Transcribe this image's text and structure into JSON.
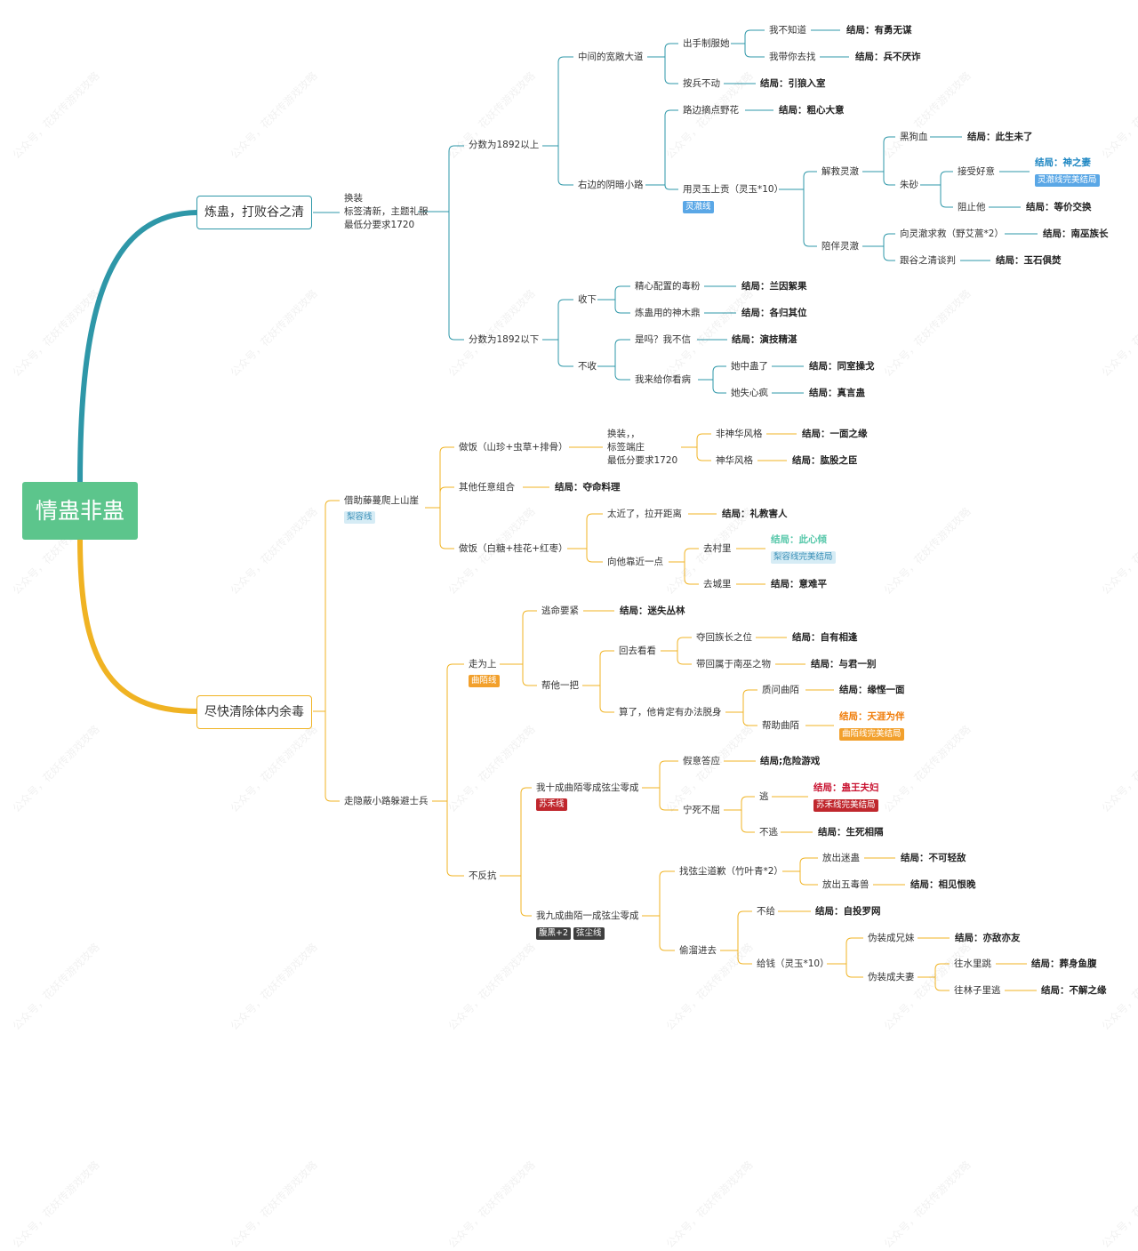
{
  "root": "情蛊非蛊",
  "colors": {
    "teal": "#2e97a8",
    "gold": "#f0b323",
    "root": "#5cc58c"
  },
  "branch1": {
    "label": "炼蛊，打败谷之清",
    "note": "换装\n标签清新，主题礼服\n最低分要求1720",
    "high": {
      "label": "分数为1892以上",
      "mid_road": {
        "label": "中间的宽敞大道",
        "subdue": {
          "label": "出手制服她",
          "a": "我不知道",
          "a_end": "结局：有勇无谋",
          "b": "我带你去找",
          "b_end": "结局：兵不厌诈"
        },
        "hold": {
          "label": "按兵不动",
          "end": "结局：引狼入室"
        }
      },
      "dark_road": {
        "label": "右边的阴暗小路",
        "flower": {
          "label": "路边摘点野花",
          "end": "结局：粗心大意"
        },
        "jade": {
          "label": "用灵玉上贡（灵玉*10）",
          "tag": "灵澈线",
          "rescue": {
            "label": "解救灵澈",
            "dog": "黑狗血",
            "dog_end": "结局：此生未了",
            "cinnabar": "朱砂",
            "accept": "接受好意",
            "accept_end": "结局：神之妻",
            "accept_tag": "灵澈线完美结局",
            "stop": "阻止他",
            "stop_end": "结局：等价交换"
          },
          "accompany": {
            "label": "陪伴灵澈",
            "help": "向灵澈求救（野艾蒿*2）",
            "help_end": "结局：南巫族长",
            "talk": "跟谷之清谈判",
            "talk_end": "结局：玉石俱焚"
          }
        }
      }
    },
    "low": {
      "label": "分数为1892以下",
      "accept": {
        "label": "收下",
        "poison": "精心配置的毒粉",
        "poison_end": "结局：兰因絮果",
        "cauldron": "炼蛊用的神木鼎",
        "cauldron_end": "结局：各归其位"
      },
      "refuse": {
        "label": "不收",
        "doubt": "是吗？我不信",
        "doubt_end": "结局：演技精湛",
        "cure": {
          "label": "我来给你看病",
          "poisoned": "她中蛊了",
          "poisoned_end": "结局：同室操戈",
          "mad": "她失心疯",
          "mad_end": "结局：真言蛊"
        }
      }
    }
  },
  "branch2": {
    "label": "尽快清除体内余毒",
    "cliff": {
      "label": "借助藤蔓爬上山崖",
      "tag": "梨容线",
      "cook1": {
        "label": "做饭（山珍+虫草+排骨）",
        "note": "换装，，\n标签端庄\n最低分要求1720",
        "a": "非神华风格",
        "a_end": "结局：一面之缘",
        "b": "神华风格",
        "b_end": "结局：肱股之臣"
      },
      "other": {
        "label": "其他任意组合",
        "end": "结局：夺命料理"
      },
      "cook2": {
        "label": "做饭（白糖+桂花+红枣）",
        "far": "太近了，拉开距离",
        "far_end": "结局：礼教害人",
        "near": "向他靠近一点",
        "village": "去村里",
        "village_end": "结局：此心倾",
        "village_tag": "梨容线完美结局",
        "city": "去城里",
        "city_end": "结局：意难平"
      }
    },
    "path": {
      "label": "走隐蔽小路躲避士兵",
      "up": {
        "label": "走为上",
        "tag": "曲陌线",
        "flee": "逃命要紧",
        "flee_end": "结局：迷失丛林",
        "help": {
          "label": "帮他一把",
          "back": {
            "label": "回去看看",
            "seize": "夺回族长之位",
            "seize_end": "结局：自有相逢",
            "take": "带回属于南巫之物",
            "take_end": "结局：与君一别"
          },
          "forget": {
            "label": "算了，他肯定有办法脱身",
            "question": "质问曲陌",
            "question_end": "结局：缘悭一面",
            "assist": "帮助曲陌",
            "assist_end": "结局：天涯为伴",
            "assist_tag": "曲陌线完美结局"
          }
        }
      },
      "noresist": {
        "label": "不反抗",
        "ten": {
          "label": "我十成曲陌零成弦尘零成",
          "tag": "苏禾线",
          "fake": "假意答应",
          "fake_end": "结局;危险游戏",
          "death": "宁死不屈",
          "run": "逃",
          "run_end": "结局：蛊王夫妇",
          "run_tag": "苏禾线完美结局",
          "stay": "不逃",
          "stay_end": "结局：生死相隔"
        },
        "nine": {
          "label": "我九成曲陌一成弦尘零成",
          "tag1": "腹黑+2",
          "tag2": "弦尘线",
          "apology": {
            "label": "找弦尘道歉（竹叶青*2）",
            "maze": "放出迷蛊",
            "maze_end": "结局：不可轻敌",
            "beast": "放出五毒兽",
            "beast_end": "结局：相见恨晚"
          },
          "sneak": {
            "label": "偷溜进去",
            "nopay": "不给",
            "nopay_end": "结局：自投罗网",
            "pay": "给钱（灵玉*10）",
            "sibling": "伪装成兄妹",
            "sibling_end": "结局：亦敌亦友",
            "couple": "伪装成夫妻",
            "water": "往水里跳",
            "water_end": "结局：葬身鱼腹",
            "forest": "往林子里逃",
            "forest_end": "结局：不解之缘"
          }
        }
      }
    }
  },
  "watermark": "公众号，花妖传游戏攻略"
}
